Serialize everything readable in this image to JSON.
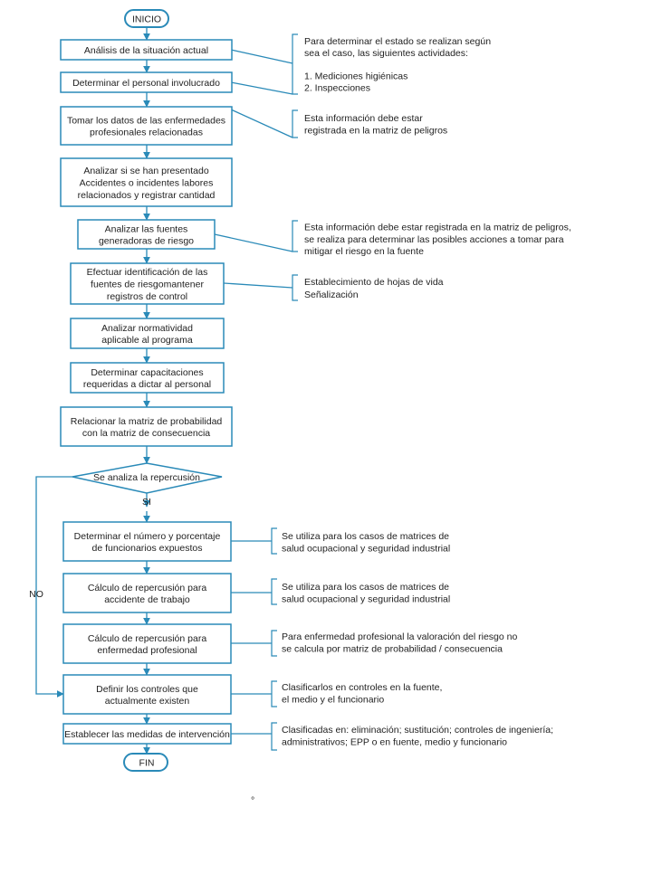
{
  "colors": {
    "accent": "#2a8ab8",
    "text": "#222222"
  },
  "terminals": {
    "start": "INICIO",
    "end": "FIN"
  },
  "steps": [
    {
      "id": "s1",
      "lines": [
        "Análisis de la situación actual"
      ]
    },
    {
      "id": "s2",
      "lines": [
        "Determinar el personal involucrado"
      ]
    },
    {
      "id": "s3",
      "lines": [
        "Tomar los datos de las enfermedades",
        "profesionales relacionadas"
      ]
    },
    {
      "id": "s4",
      "lines": [
        "Analizar si se han presentado",
        "Accidentes o incidentes labores",
        "relacionados y registrar cantidad"
      ]
    },
    {
      "id": "s5",
      "lines": [
        "Analizar las fuentes",
        "generadoras de riesgo"
      ]
    },
    {
      "id": "s6",
      "lines": [
        "Efectuar identificación de las",
        "fuentes de riesgomantener",
        "registros de control"
      ]
    },
    {
      "id": "s7",
      "lines": [
        "Analizar normatividad",
        "aplicable al programa"
      ]
    },
    {
      "id": "s8",
      "lines": [
        "Determinar capacitaciones",
        "requeridas a dictar al personal"
      ]
    },
    {
      "id": "s9",
      "lines": [
        "Relacionar la matriz de probabilidad",
        "con la matriz de consecuencia"
      ]
    },
    {
      "id": "s10",
      "lines": [
        "Determinar el número y porcentaje",
        "de funcionarios expuestos"
      ]
    },
    {
      "id": "s11",
      "lines": [
        "Cálculo de repercusión para",
        "accidente de trabajo"
      ]
    },
    {
      "id": "s12",
      "lines": [
        "Cálculo de repercusión para",
        "enfermedad profesional"
      ]
    },
    {
      "id": "s13",
      "lines": [
        "Definir los controles que",
        "actualmente existen"
      ]
    },
    {
      "id": "s14",
      "lines": [
        "Establecer las medidas de intervención"
      ]
    }
  ],
  "decision": {
    "label": "Se analiza la repercusión",
    "yes": "SI",
    "no": "NO"
  },
  "notes": [
    {
      "id": "n1",
      "lines": [
        "Para determinar el estado se realizan según",
        "sea el caso, las siguientes actividades:",
        "",
        "1. Mediciones higiénicas",
        "2. Inspecciones"
      ]
    },
    {
      "id": "n2",
      "lines": [
        "Esta información debe estar",
        "registrada en la matriz de peligros"
      ]
    },
    {
      "id": "n3",
      "lines": [
        "Esta información debe estar registrada en la matriz de peligros,",
        "se realiza para determinar las posibles acciones a tomar para",
        "mitigar el riesgo en la fuente"
      ]
    },
    {
      "id": "n4",
      "lines": [
        "Establecimiento de hojas de vida",
        "Señalización"
      ]
    },
    {
      "id": "n5",
      "lines": [
        "Se utiliza para los casos de matrices de",
        "salud ocupacional y seguridad industrial"
      ]
    },
    {
      "id": "n6",
      "lines": [
        "Se utiliza para los casos de matrices de",
        "salud ocupacional y seguridad industrial"
      ]
    },
    {
      "id": "n7",
      "lines": [
        "Para enfermedad profesional la valoración del riesgo no",
        "se calcula por matriz de probabilidad / consecuencia"
      ]
    },
    {
      "id": "n8",
      "lines": [
        "Clasificarlos en controles en la fuente,",
        "el medio y el funcionario"
      ]
    },
    {
      "id": "n9",
      "lines": [
        "Clasificadas en: eliminación; sustitución; controles de ingeniería;",
        "administrativos; EPP o en fuente, medio y funcionario"
      ]
    }
  ],
  "stray_mark": "°"
}
